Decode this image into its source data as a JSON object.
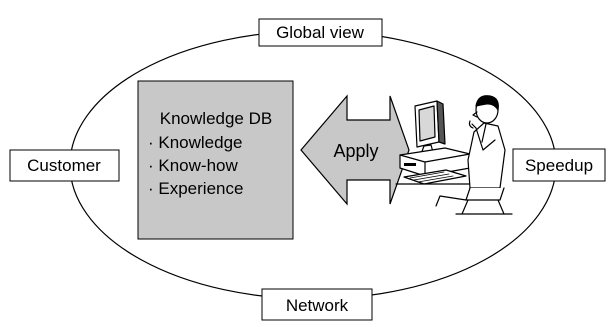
{
  "diagram": {
    "nodes": {
      "top": "Global view",
      "left": "Customer",
      "right": "Speedup",
      "bottom": "Network"
    },
    "knowledge_db": {
      "title": "Knowledge DB",
      "items": [
        "· Knowledge",
        "· Know-how",
        "· Experience"
      ]
    },
    "arrow_label": "Apply",
    "colors": {
      "db_fill": "#c8c8c8",
      "arrow_fill": "#c8c8c8",
      "stroke": "#000000",
      "background": "#ffffff"
    },
    "icons": [
      "person-at-computer-icon"
    ]
  }
}
